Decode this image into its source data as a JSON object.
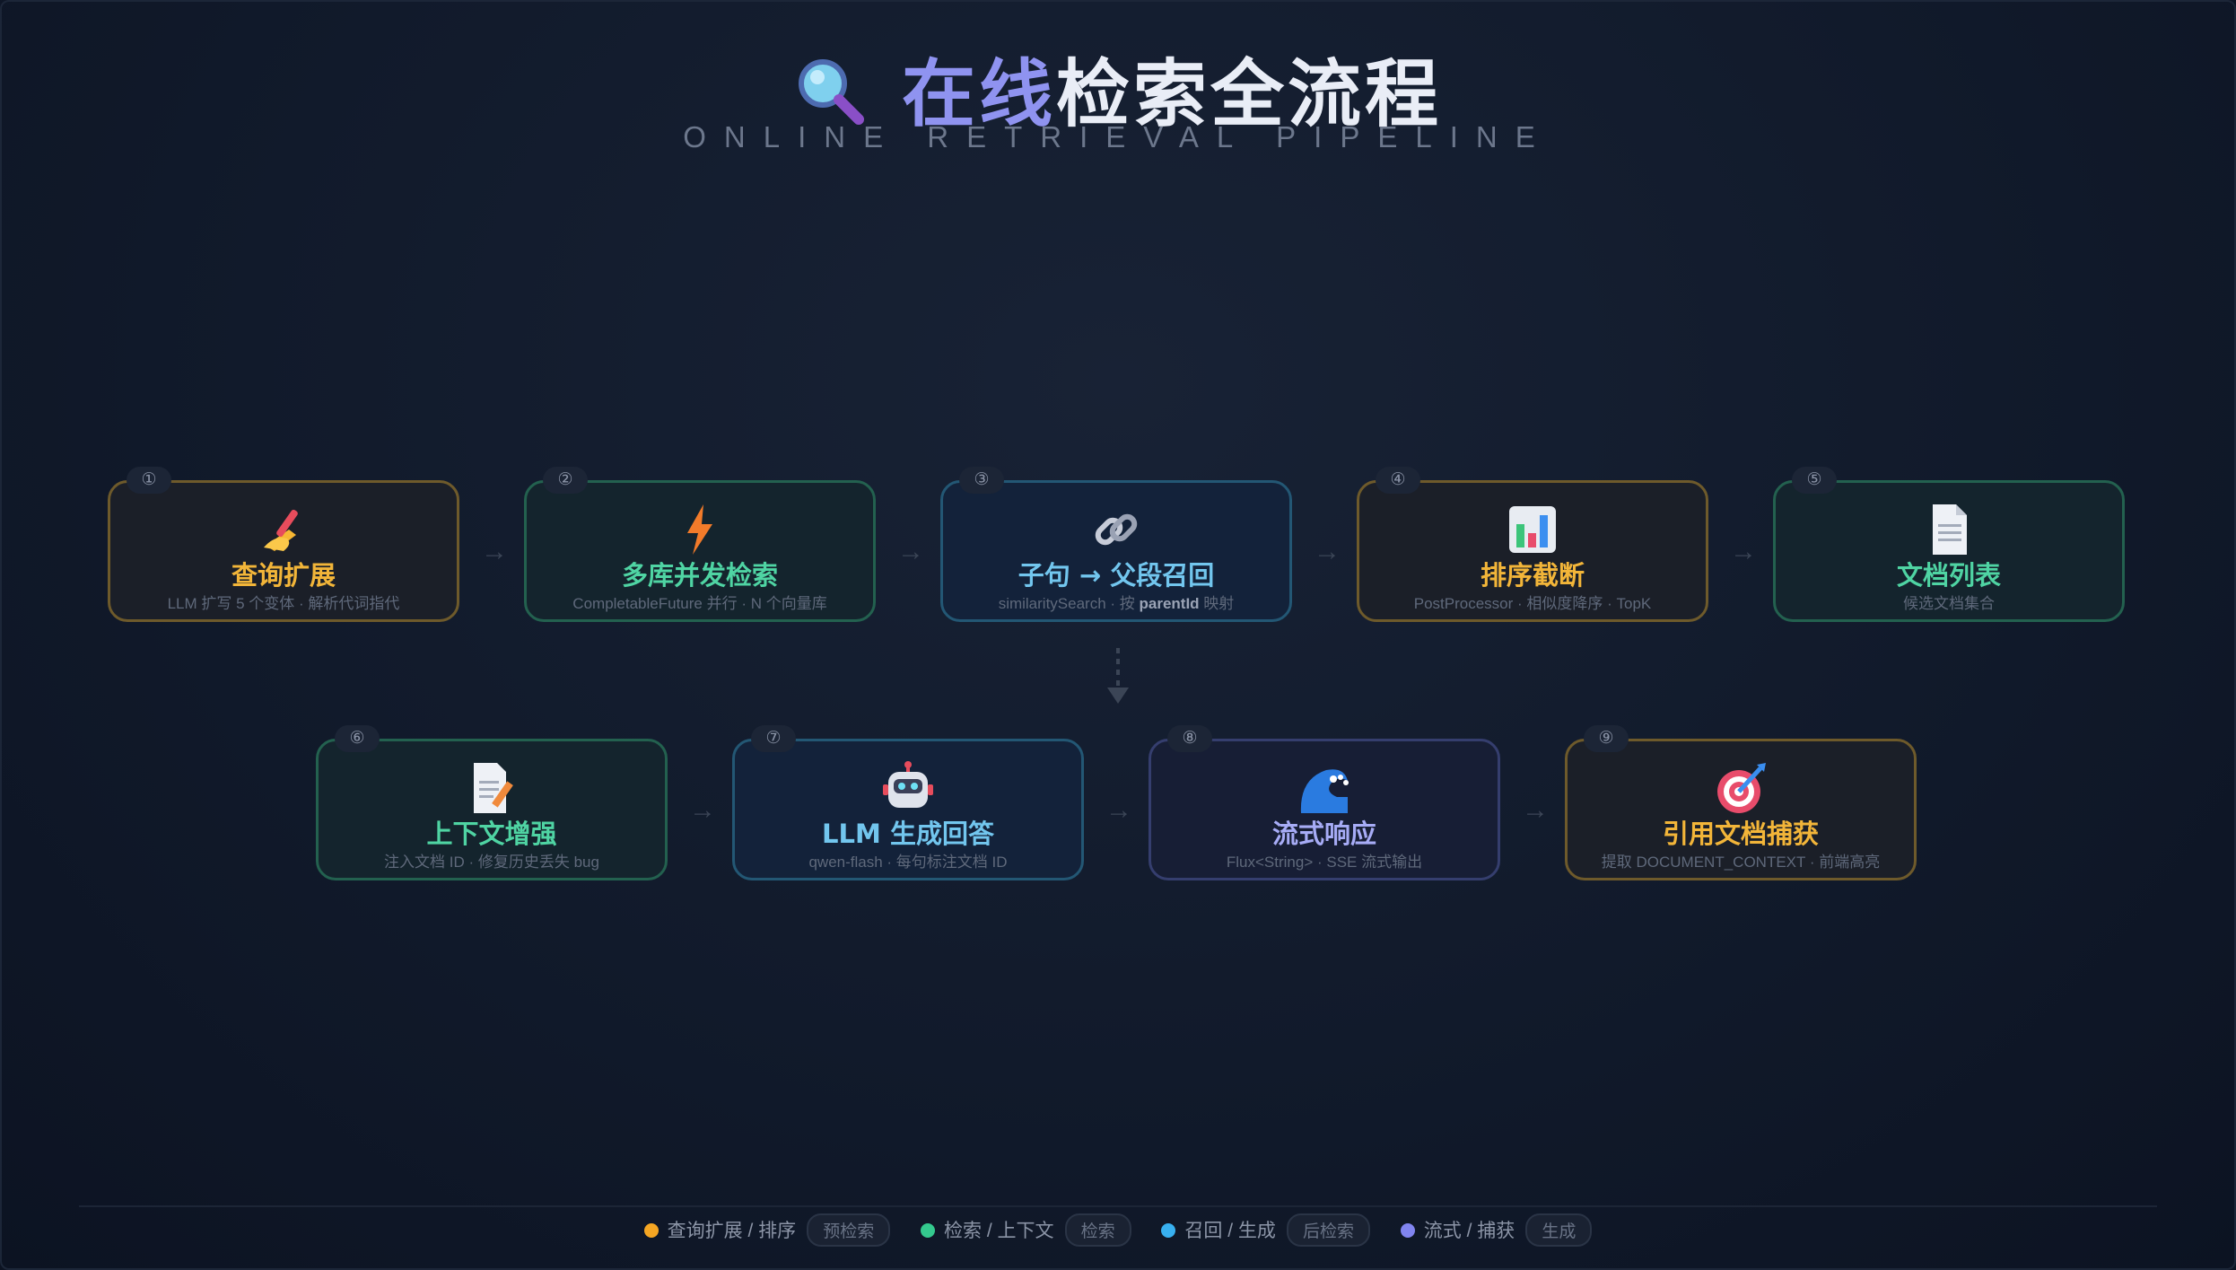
{
  "header": {
    "title_part1": "在线",
    "title_part2": "检索全流程",
    "subtitle": "ONLINE RETRIEVAL PIPELINE",
    "icon": "magnifier-icon"
  },
  "steps": [
    {
      "num": "①",
      "title": "查询扩展",
      "sub": "LLM 扩写 5 个变体 · 解析代词指代",
      "icon": "writing-hand-icon",
      "color": "#f2b539"
    },
    {
      "num": "②",
      "title": "多库并发检索",
      "sub": "CompletableFuture 并行 · N 个向量库",
      "icon": "lightning-icon",
      "color": "#4fd4a3"
    },
    {
      "num": "③",
      "title": "子句 → 父段召回",
      "sub_pre": "similaritySearch · 按 ",
      "sub_bold": "parentId",
      "sub_post": " 映射",
      "icon": "link-icon",
      "color": "#72c6ee"
    },
    {
      "num": "④",
      "title": "排序截断",
      "sub": "PostProcessor · 相似度降序 · TopK",
      "icon": "bar-chart-icon",
      "color": "#f2b539"
    },
    {
      "num": "⑤",
      "title": "文档列表",
      "sub": "候选文档集合",
      "icon": "document-icon",
      "color": "#4fd4a3"
    },
    {
      "num": "⑥",
      "title": "上下文增强",
      "sub": "注入文档 ID · 修复历史丢失 bug",
      "icon": "memo-icon",
      "color": "#4fd4a3"
    },
    {
      "num": "⑦",
      "title": "LLM 生成回答",
      "sub": "qwen-flash · 每句标注文档 ID",
      "icon": "robot-icon",
      "color": "#72c6ee"
    },
    {
      "num": "⑧",
      "title": "流式响应",
      "sub": "Flux<String> · SSE 流式输出",
      "icon": "wave-icon",
      "color": "#a7acf6"
    },
    {
      "num": "⑨",
      "title": "引用文档捕获",
      "sub": "提取 DOCUMENT_CONTEXT · 前端高亮",
      "icon": "target-icon",
      "color": "#f2b539"
    }
  ],
  "arrow_glyph": "→",
  "legend": [
    {
      "label": "查询扩展 / 排序",
      "tag": "预检索",
      "color": "#f5a623"
    },
    {
      "label": "检索 / 上下文",
      "tag": "检索",
      "color": "#34c98e"
    },
    {
      "label": "召回 / 生成",
      "tag": "后检索",
      "color": "#38b0f0"
    },
    {
      "label": "流式 / 捕获",
      "tag": "生成",
      "color": "#8185f0"
    }
  ]
}
